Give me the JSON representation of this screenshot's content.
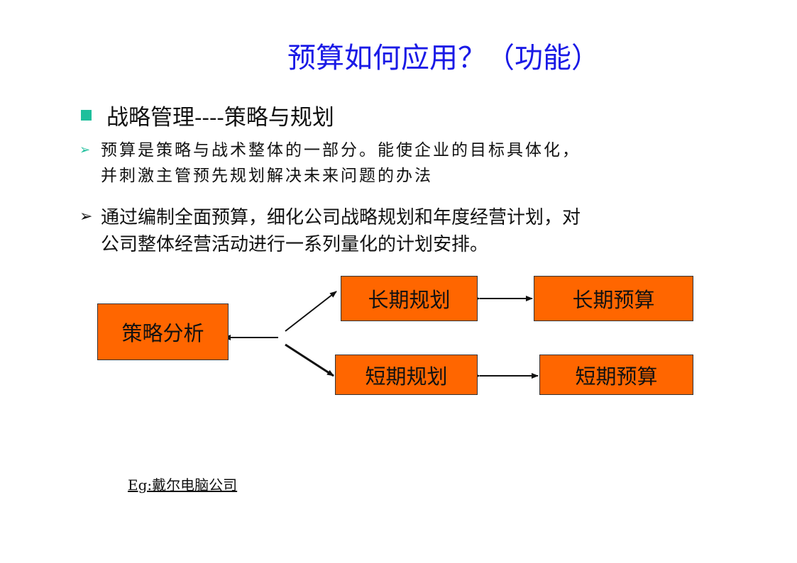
{
  "title": "预算如何应用？（功能）",
  "heading": "战略管理----策略与规划",
  "bullets": [
    {
      "icon": "arrowhead-bullet-icon",
      "lines": [
        "预算是策略与战术整体的一部分。能使企业的目标具体化，",
        "并刺激主管预先规划解决未来问题的办法"
      ]
    },
    {
      "icon": "arrowhead-bullet-icon",
      "lines": [
        "通过编制全面预算，细化公司战略规划和年度经营计划，对",
        "公司整体经营活动进行一系列量化的计划安排。"
      ]
    }
  ],
  "diagram": {
    "nodes": {
      "strategy": "策略分析",
      "long_plan": "长期规划",
      "long_budget": "长期预算",
      "short_plan": "短期规划",
      "short_budget": "短期预算"
    }
  },
  "example": "Eg:戴尔电脑公司",
  "colors": {
    "title": "#1a1ae6",
    "box_fill": "#ff6600",
    "bullet": "#1fbf9c"
  }
}
